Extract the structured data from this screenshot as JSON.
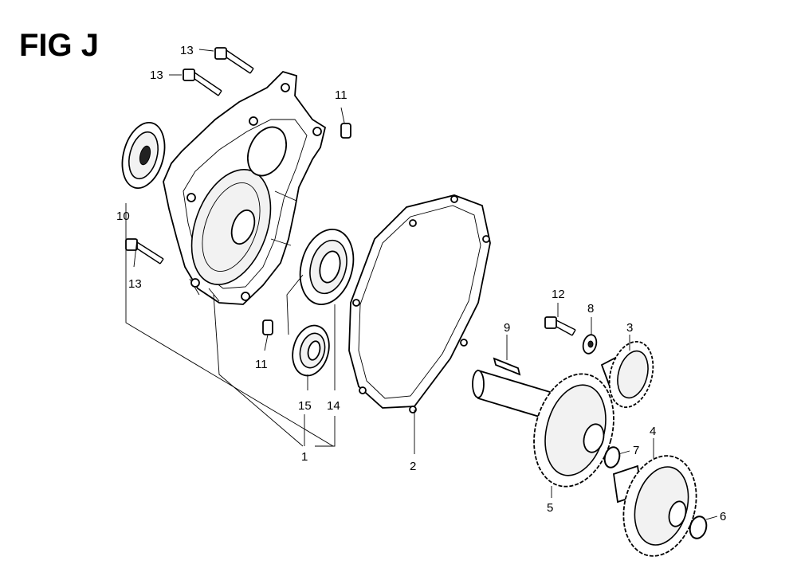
{
  "figure": {
    "title": "FIG J"
  },
  "callouts": [
    {
      "id": "13a",
      "label": "13"
    },
    {
      "id": "13b",
      "label": "13"
    },
    {
      "id": "13c",
      "label": "13"
    },
    {
      "id": "11a",
      "label": "11"
    },
    {
      "id": "11b",
      "label": "11"
    },
    {
      "id": "10",
      "label": "10"
    },
    {
      "id": "15",
      "label": "15"
    },
    {
      "id": "14",
      "label": "14"
    },
    {
      "id": "1",
      "label": "1"
    },
    {
      "id": "2",
      "label": "2"
    },
    {
      "id": "12",
      "label": "12"
    },
    {
      "id": "8",
      "label": "8"
    },
    {
      "id": "3",
      "label": "3"
    },
    {
      "id": "9",
      "label": "9"
    },
    {
      "id": "7",
      "label": "7"
    },
    {
      "id": "4",
      "label": "4"
    },
    {
      "id": "5",
      "label": "5"
    },
    {
      "id": "6",
      "label": "6"
    }
  ],
  "colors": {
    "ink": "#000000",
    "paper": "#ffffff"
  }
}
